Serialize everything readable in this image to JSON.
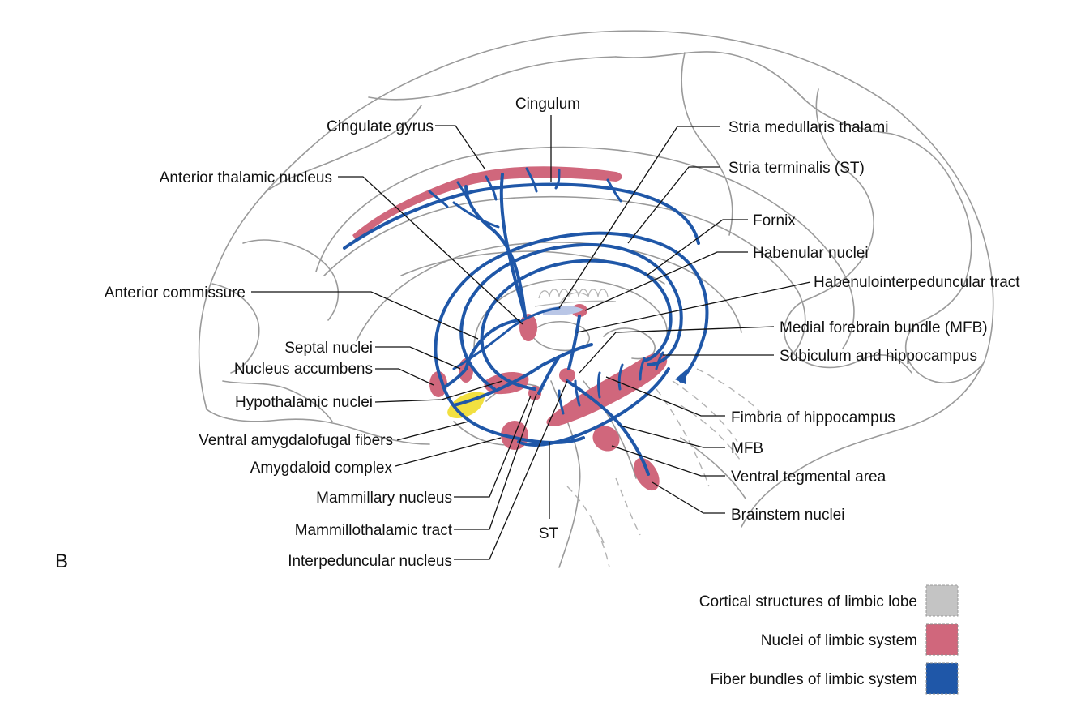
{
  "panel_label": "B",
  "labels": {
    "cingulum": "Cingulum",
    "cingulate_gyrus": "Cingulate gyrus",
    "anterior_thalamic_nucleus": "Anterior thalamic nucleus",
    "stria_medullaris_thalami": "Stria medullaris thalami",
    "stria_terminalis": "Stria terminalis (ST)",
    "fornix": "Fornix",
    "habenular_nuclei": "Habenular nuclei",
    "habenulointerpeduncular_tract": "Habenulointerpeduncular tract",
    "anterior_commissure": "Anterior commissure",
    "medial_forebrain_bundle": "Medial forebrain bundle (MFB)",
    "septal_nuclei": "Septal nuclei",
    "subiculum_hippocampus": "Subiculum and hippocampus",
    "nucleus_accumbens": "Nucleus accumbens",
    "hypothalamic_nuclei": "Hypothalamic nuclei",
    "fimbria": "Fimbria of hippocampus",
    "ventral_amygdalofugal": "Ventral amygdalofugal fibers",
    "mfb_short": "MFB",
    "amygdaloid_complex": "Amygdaloid complex",
    "ventral_tegmental_area": "Ventral tegmental area",
    "mammillary_nucleus": "Mammillary nucleus",
    "brainstem_nuclei": "Brainstem nuclei",
    "mammillothalamic_tract": "Mammillothalamic tract",
    "st_short": "ST",
    "interpeduncular_nucleus": "Interpeduncular nucleus"
  },
  "legend": [
    {
      "label": "Cortical structures of limbic lobe",
      "color": "#c4c4c4"
    },
    {
      "label": "Nuclei of limbic system",
      "color": "#d0677c"
    },
    {
      "label": "Fiber bundles of limbic system",
      "color": "#1f57a8"
    }
  ],
  "colors": {
    "fiber": "#1f57a8",
    "nucleus": "#d0677c",
    "cortex_outline": "#9a9a9a",
    "hypothalamic_yellow": "#f2e040"
  }
}
